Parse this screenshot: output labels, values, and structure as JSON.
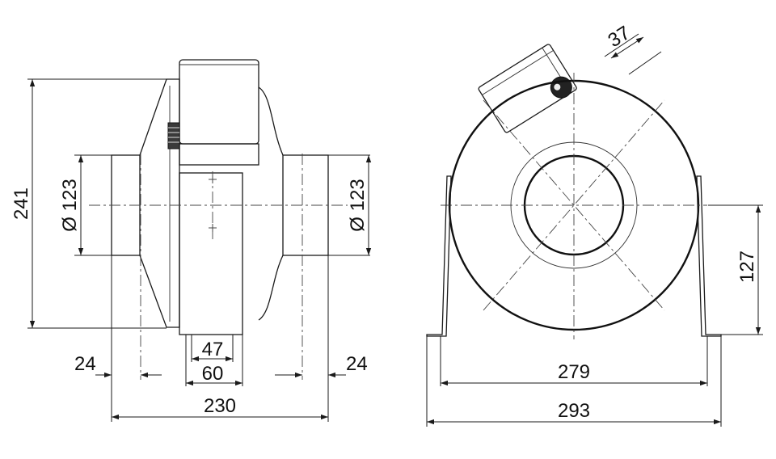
{
  "dimensions": {
    "height_overall": "241",
    "inlet_diameter_left": "Ø 123",
    "outlet_diameter_right": "Ø 123",
    "spigot_left": "24",
    "spigot_right": "24",
    "width_47": "47",
    "width_60": "60",
    "length_overall": "230",
    "terminal_box_37": "37",
    "axis_height_127": "127",
    "foot_span_279": "279",
    "foot_span_293": "293"
  },
  "colors": {
    "line": "#1a1a1a",
    "background": "#ffffff"
  }
}
